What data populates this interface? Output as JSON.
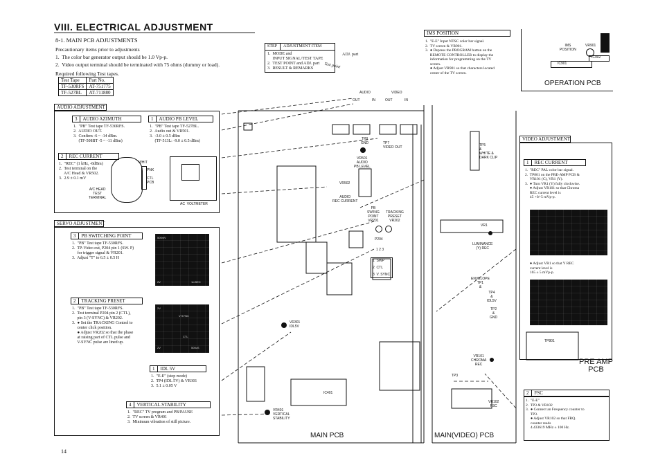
{
  "page_title": "VIII. ELECTRICAL ADJUSTMENT",
  "section_title": "8-1. MAIN PCB ADJUSTMENTS",
  "precautions": [
    "Precautionary items prior to adjustments",
    "1.  The color bar generator output should be 1.0 Vp-p.",
    "2.  Video output terminal should be terminated with 75 ohms (dummy or load).",
    "Required following Test tapes."
  ],
  "tape_table": {
    "headers": [
      "Test Tape",
      "Part No."
    ],
    "rows": [
      [
        "TF-530RFS",
        "AT-751775"
      ],
      [
        "TF-527BL",
        "AT-711880"
      ]
    ]
  },
  "legend": {
    "step": "STEP",
    "adj_item": "ADJUSTMENT ITEM",
    "lines": [
      "1.  MODE and",
      "     INPUT SIGNAL/TEST TAPE",
      "2.  TEST POINT and ADJ. part",
      "3.  RESULT & REMARKS"
    ],
    "adj_part": "ADJ. part",
    "test_point": "Test point"
  },
  "ims": {
    "title": "IMS POSITION",
    "lines": [
      "1.  \"E-E\" Input NTSC color bar signal.",
      "2.  TV screen & VR901.",
      "3.  ● Depress the PROGRAM button on the",
      "     REMOTE CONTROLLER to display the",
      "     information for programming on the TV",
      "     screen.",
      "     ● Adjust VR901 so that characters located",
      "     center of the TV screen."
    ],
    "pcb_ims_position": "IMS\nPOSITION",
    "pcb_vr901": "VR901",
    "pcb_ic901": "IC901",
    "pcb_ic902": "IC902",
    "pcb_title": "OPERATION  PCB"
  },
  "audio_adjustment": {
    "title": "AUDIO ADJUSTMENT",
    "azimuth": {
      "num": "3",
      "title": "AUDIO AZIMUTH",
      "lines": [
        "1.  \"PB\" Test tape TF-530RFS.",
        "2.  AUDIO OUT.",
        "3.  Confirm -6 ~ -14 dBm.",
        "     (TF-508BT -5 ~ -11 dBm)"
      ]
    },
    "pb_level": {
      "num": "1",
      "title": "AUDIO PB LEVEL",
      "lines": [
        "1.  \"PB\" Test tape TF-527BL.",
        "2.  Audio out & VR501.",
        "3.  -3.0 ± 0.5 dBm",
        "     (TF-513L: -9.0 ± 0.5 dBm)"
      ]
    },
    "rec_current": {
      "num": "2",
      "title": "REC CURRENT",
      "lines": [
        "1.  \"REC\" (1 kHz, -8dBm)",
        "2.  Test terminal on the",
        "     A/C Head & VR502.",
        "3.  2.9 ± 0.1 mV"
      ]
    },
    "figure": {
      "ac_head": "A/C HEAD\nTEST\nTERMINAL",
      "ctl_pcb": "CTL\nPCB",
      "ac_voltmeter": "AC  VOLTMETER",
      "whit": "WHIT",
      "pnk": "PNK"
    }
  },
  "servo_adjustment": {
    "title": "SERVO ADJUSTMENT",
    "pb_switching": {
      "num": "3",
      "title": "PB SWITCHING POINT",
      "lines": [
        "1.  \"PB\" Test tape TF-530RFS.",
        "2.  TP-Video out, P204 pin 1 (SW. P)",
        "     for trigger signal & VR201.",
        "3.  Adjust \"T\" to 6.5 ± 0.5 H"
      ]
    },
    "tracking": {
      "num": "2",
      "title": "TRACKING PRESET",
      "lines": [
        "1.  \"PB\" Test tape TF-530RFS.",
        "2.  Test terminal P204 pin 2 (CTL),",
        "     pin 3 (V-SYNC) & VR202.",
        "3.  ● Set the TRACKING Control to",
        "     center click position.",
        "     ● Adjust VR202 so that the phase",
        "     at raising part of CTL pulse and",
        "     V-SYNC pulse are lined up."
      ]
    },
    "idl": {
      "num": "1",
      "title": "IDL 5V",
      "lines": [
        "1.  \"E-E\" (stop mode)",
        "2.  TP4 (IDL 5V) & VR301",
        "3.  5.1 ± 0.05 V"
      ]
    },
    "vertical": {
      "num": "4",
      "title": "VERTICAL STABILITY",
      "lines": [
        "1.  \"REC\" TV program and PB/PAUSE",
        "2.  TV screen & VR401",
        "3.  Minimum vibration of still picture."
      ]
    },
    "scope1": {
      "a": "500mV",
      "b": "2V",
      "c": "1mSEC"
    },
    "scope2": {
      "a": "2V",
      "b": "V SYNC",
      "c": "CTL",
      "d": "2V",
      "e": "500uS"
    }
  },
  "video_adjustment": {
    "title": "VIDEO ADJUSTMENT",
    "rec_current": {
      "num": "1",
      "title": "REC CURRENT",
      "lines": [
        "1.  \"REC\" PAL color bar signal.",
        "2.  TP801 on the PRE-AMP PCB &",
        "     VR101 (C), VR1 (Y).",
        "3.  ● Turn VR1 (Y) fully clockwise.",
        "     ● Adjust VR101 so that Chroma",
        "     REC current level is",
        "     45 +0/-5 mVp-p.",
        "",
        "     ● Adjust VR1 so that Y REC",
        "     current level is",
        "     165 ± 5 mVp-p."
      ]
    },
    "fsc": {
      "num": "2",
      "title": "FSC",
      "lines": [
        "1.  \"E-E\"",
        "2.  TP3 & VR102",
        "3.  ● Connect an Frequency counter to",
        "     TP3.",
        "     ● Adjust VR102 so that FRQ.",
        "     counter reads",
        "     4.433619 MHz ± 100 Hz."
      ]
    }
  },
  "board": {
    "audio": "AUDIO",
    "video": "VIDEO",
    "out": "OUT",
    "in": "IN",
    "tp8": "TP8\nGND",
    "tp7": "TP7\nVIDEO OUT",
    "vr501": "VR501\nAUDIO\nPB LEVEL",
    "vr502": "VR502",
    "vr502_label": "AUDIO\nREC CURRENT",
    "pb_swing": "PB\nSW'ING\nPOINT\nVR201",
    "tracking": "TRACKING\nPRESET\nVR202",
    "p204": "P204",
    "p204_pins": "1 2 3",
    "pin_labels": [
      "1  SWP",
      "2  CTL",
      "3  V. SYNC"
    ],
    "vr301": "VR301\nIDL5V",
    "vr401": "VR401\nVERTICAL\nSTABILITY",
    "ic401": "IC401",
    "main_pcb": "MAIN  PCB",
    "main_video_pcb": "MAIN(VIDEO)  PCB",
    "tp5": "TP5\n&\nWHITE &\nDARK CLIP",
    "vr1": "VR1",
    "luminance": "LUMINANCE\n(Y) REC",
    "envelope": "ENVELOPE\nTP1\n&",
    "tp4": "TP4\n&\nIDL5V",
    "tp2": "TP2\n&\nGND",
    "vr101": "VR101\nCHROMA\nREC",
    "tp3": "TP3",
    "vr102": "VR102\nFSC",
    "tp801": "TP801",
    "pre_amp": "PRE AMP\nPCB"
  },
  "page_number": "14"
}
